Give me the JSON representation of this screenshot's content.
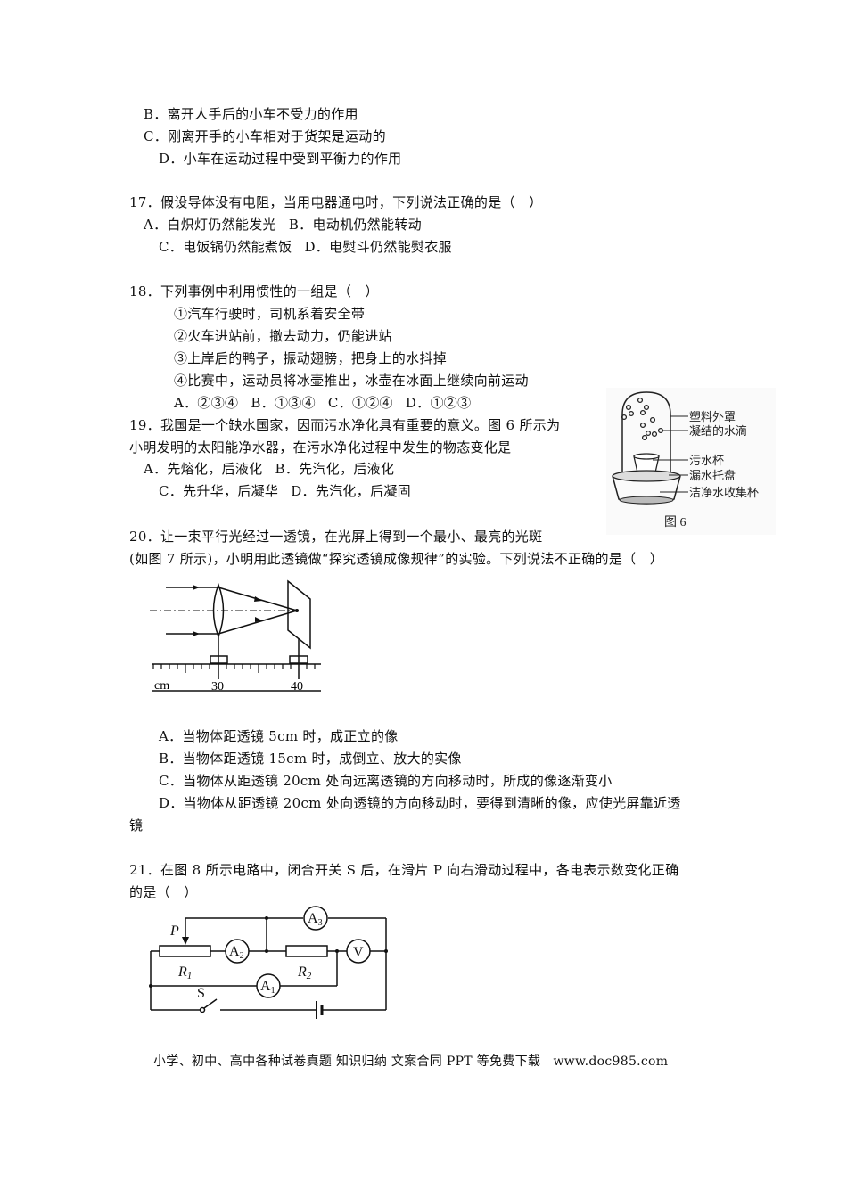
{
  "q16": {
    "options": [
      "B．离开人手后的小车不受力的作用",
      "C．刚离开手的小车相对于货架是运动的",
      "D．小车在运动过程中受到平衡力的作用"
    ]
  },
  "q17": {
    "stem": "17．假设导体没有电阻，当用电器通电时，下列说法正确的是（　）",
    "options": [
      "A．白炽灯仍然能发光",
      "B．电动机仍然能转动",
      "C．电饭锅仍然能煮饭",
      "D．电熨斗仍然能熨衣服"
    ]
  },
  "q18": {
    "stem": "18．下列事例中利用惯性的一组是（　）",
    "items": [
      "①汽车行驶时，司机系着安全带",
      "②火车进站前，撤去动力，仍能进站",
      "③上岸后的鸭子，振动翅膀，把身上的水抖掉",
      "④比赛中，运动员将冰壶推出，冰壶在冰面上继续向前运动"
    ],
    "options": [
      "A．②③④",
      "B．①③④",
      "C．①②④",
      "D．①②③"
    ]
  },
  "q19": {
    "stem_line1": "19．我国是一个缺水国家，因而污水净化具有重要的意义。图 6 所示为",
    "stem_line2": "小明发明的太阳能净水器，在污水净化过程中发生的物态变化是",
    "options": [
      "A．先熔化，后液化",
      "B．先汽化，后液化",
      "C．先升华，后凝华",
      "D．先汽化，后凝固"
    ],
    "figure": {
      "caption": "图 6",
      "labels": [
        "塑料外罩",
        "凝结的水滴",
        "污水杯",
        "漏水托盘",
        "洁净水收集杯"
      ]
    }
  },
  "q20": {
    "stem_line1": "20．让一束平行光经过一透镜，在光屏上得到一个最小、最亮的光斑",
    "stem_line2": "(如图 7 所示)，小明用此透镜做“探究透镜成像规律”的实验。下列说法不正确的是（　）",
    "figure": {
      "unit": "cm",
      "tick_30": "30",
      "tick_40": "40"
    },
    "options": [
      "A．当物体距透镜 5cm 时，成正立的像",
      "B．当物体距透镜 15cm 时，成倒立、放大的实像",
      "C．当物体从距透镜 20cm 处向远离透镜的方向移动时，所成的像逐渐变小",
      "D．当物体从距透镜 20cm 处向透镜的方向移动时，要得到清晰的像，应使光屏靠近透"
    ],
    "option_d_wrap": "镜"
  },
  "q21": {
    "stem_line1": "21．在图 8 所示电路中，闭合开关 S 后，在滑片 P 向右滑动过程中，各电表示数变化正确",
    "stem_line2": "的是（　）",
    "figure": {
      "P": "P",
      "R1": "R",
      "R1_sub": "1",
      "R2": "R",
      "R2_sub": "2",
      "A1": "A",
      "A1_sub": "1",
      "A2": "A",
      "A2_sub": "2",
      "A3": "A",
      "A3_sub": "3",
      "V": "V",
      "S": "S"
    }
  },
  "footer": {
    "text": "小学、初中、高中各种试卷真题 知识归纳 文案合同 PPT 等免费下载　www.doc985.com"
  }
}
